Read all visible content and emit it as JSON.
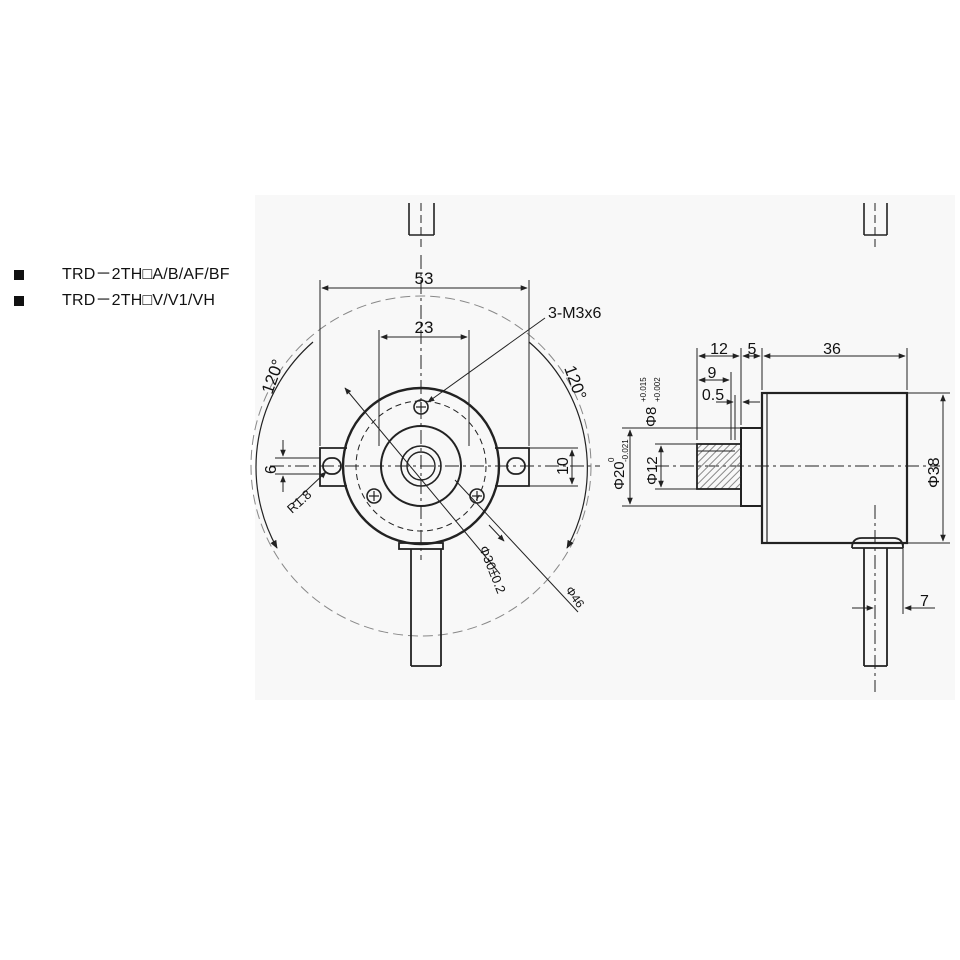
{
  "legend": [
    {
      "label": "TRD－2TH□A/B/AF/BF"
    },
    {
      "label": "TRD－2TH□V/V1/VH"
    }
  ],
  "front_view": {
    "dim_53": "53",
    "dim_23": "23",
    "callout_screws": "3-M3x6",
    "angle_left": "120°",
    "angle_right": "120°",
    "dim_6": "6",
    "dim_10": "10",
    "radius": "R1.8",
    "dia_30": "Φ30±0.2",
    "dia_46": "Φ46"
  },
  "side_view": {
    "dim_12": "12",
    "dim_5": "5",
    "dim_36": "36",
    "dim_9": "9",
    "dim_0_5": "0.5",
    "dia_8": "Φ8",
    "dia_8_tol_upper": "+0.015",
    "dia_8_tol_lower": "+0.002",
    "dia_20": "Φ20",
    "dia_20_tol_upper": "0",
    "dia_20_tol_lower": "-0.021",
    "dia_12": "Φ12",
    "dia_38": "Φ38",
    "dim_7": "7"
  },
  "colors": {
    "line": "#222222",
    "hatch": "#8a8a8a",
    "background": "#ffffff",
    "paper_tint": "#f7f7f7"
  }
}
